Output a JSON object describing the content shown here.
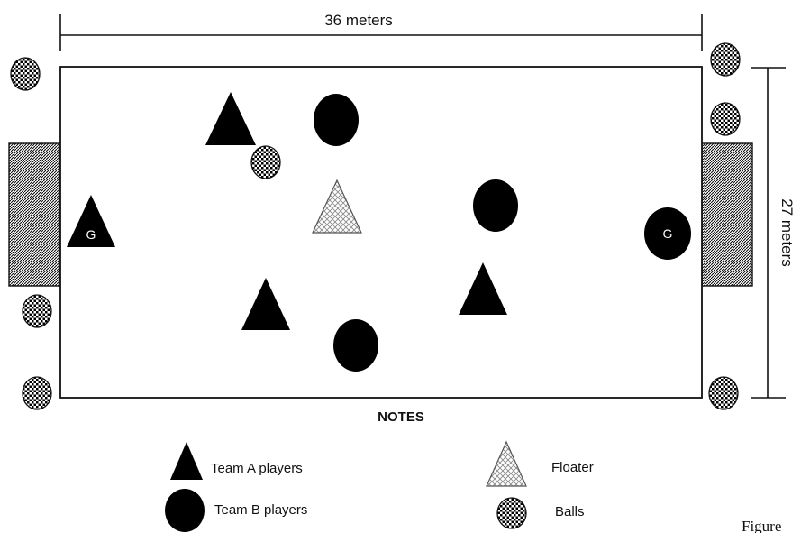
{
  "diagram": {
    "width_label": "36 meters",
    "height_label": "27 meters",
    "goalkeeper_label": "G",
    "notes_heading": "NOTES",
    "legend": {
      "team_a": "Team A players",
      "team_b": "Team B players",
      "floater": "Floater",
      "balls": "Balls"
    },
    "figure_caption": "Figure"
  }
}
